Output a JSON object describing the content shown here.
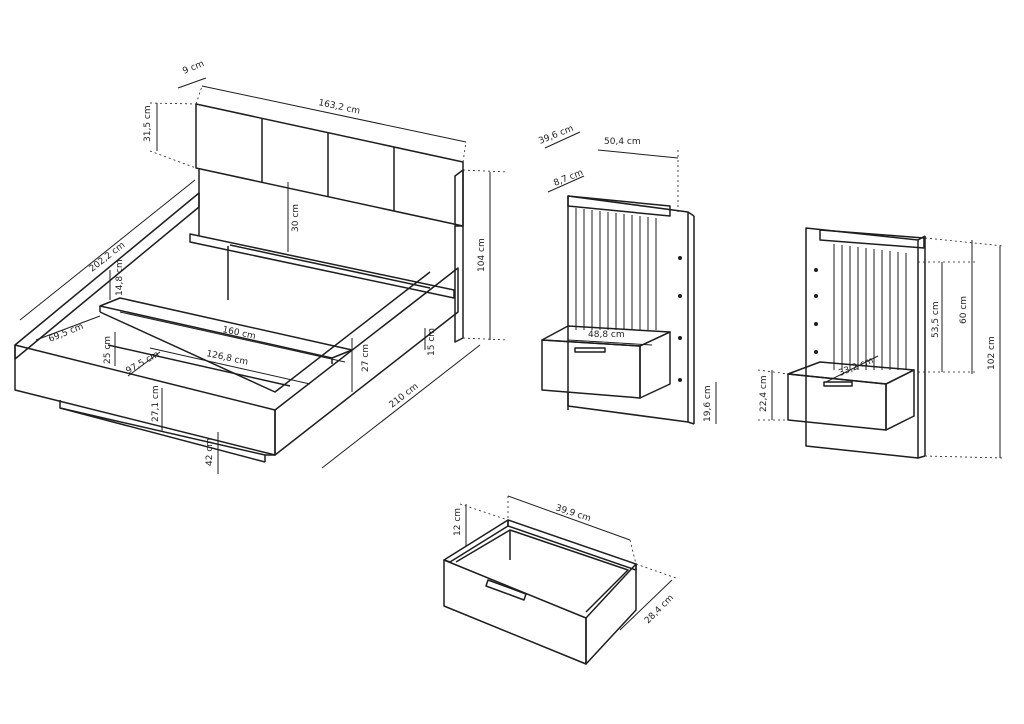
{
  "bed": {
    "headboard_depth": "9 cm",
    "headboard_width": "163,2 cm",
    "headboard_panel_height": "31,5 cm",
    "headboard_gap": "30 cm",
    "total_height": "104 cm",
    "frame_width": "202,2 cm",
    "side_height": "14,8 cm",
    "inner_depth": "69,5 cm",
    "mattress_width": "160 cm",
    "rail_height": "25 cm",
    "slat_width": "126,8 cm",
    "slat_depth": "97,5 cm",
    "frame_height": "27 cm",
    "foot_height": "15 cm",
    "length": "210 cm",
    "front_height": "27,1 cm",
    "leg_height": "42 cm"
  },
  "nightstand_left": {
    "depth": "39,6 cm",
    "width": "50,4 cm",
    "shelf_depth": "8,7 cm",
    "drawer_width": "48,8 cm",
    "bottom_gap": "19,6 cm"
  },
  "nightstand_right": {
    "slat_height": "53,5 cm",
    "panel_height": "60 cm",
    "total_height": "102 cm",
    "drawer_height": "22,4 cm",
    "drawer_depth": "33,2 cm"
  },
  "drawer": {
    "height": "12 cm",
    "width": "39,9 cm",
    "depth": "28,4 cm"
  }
}
